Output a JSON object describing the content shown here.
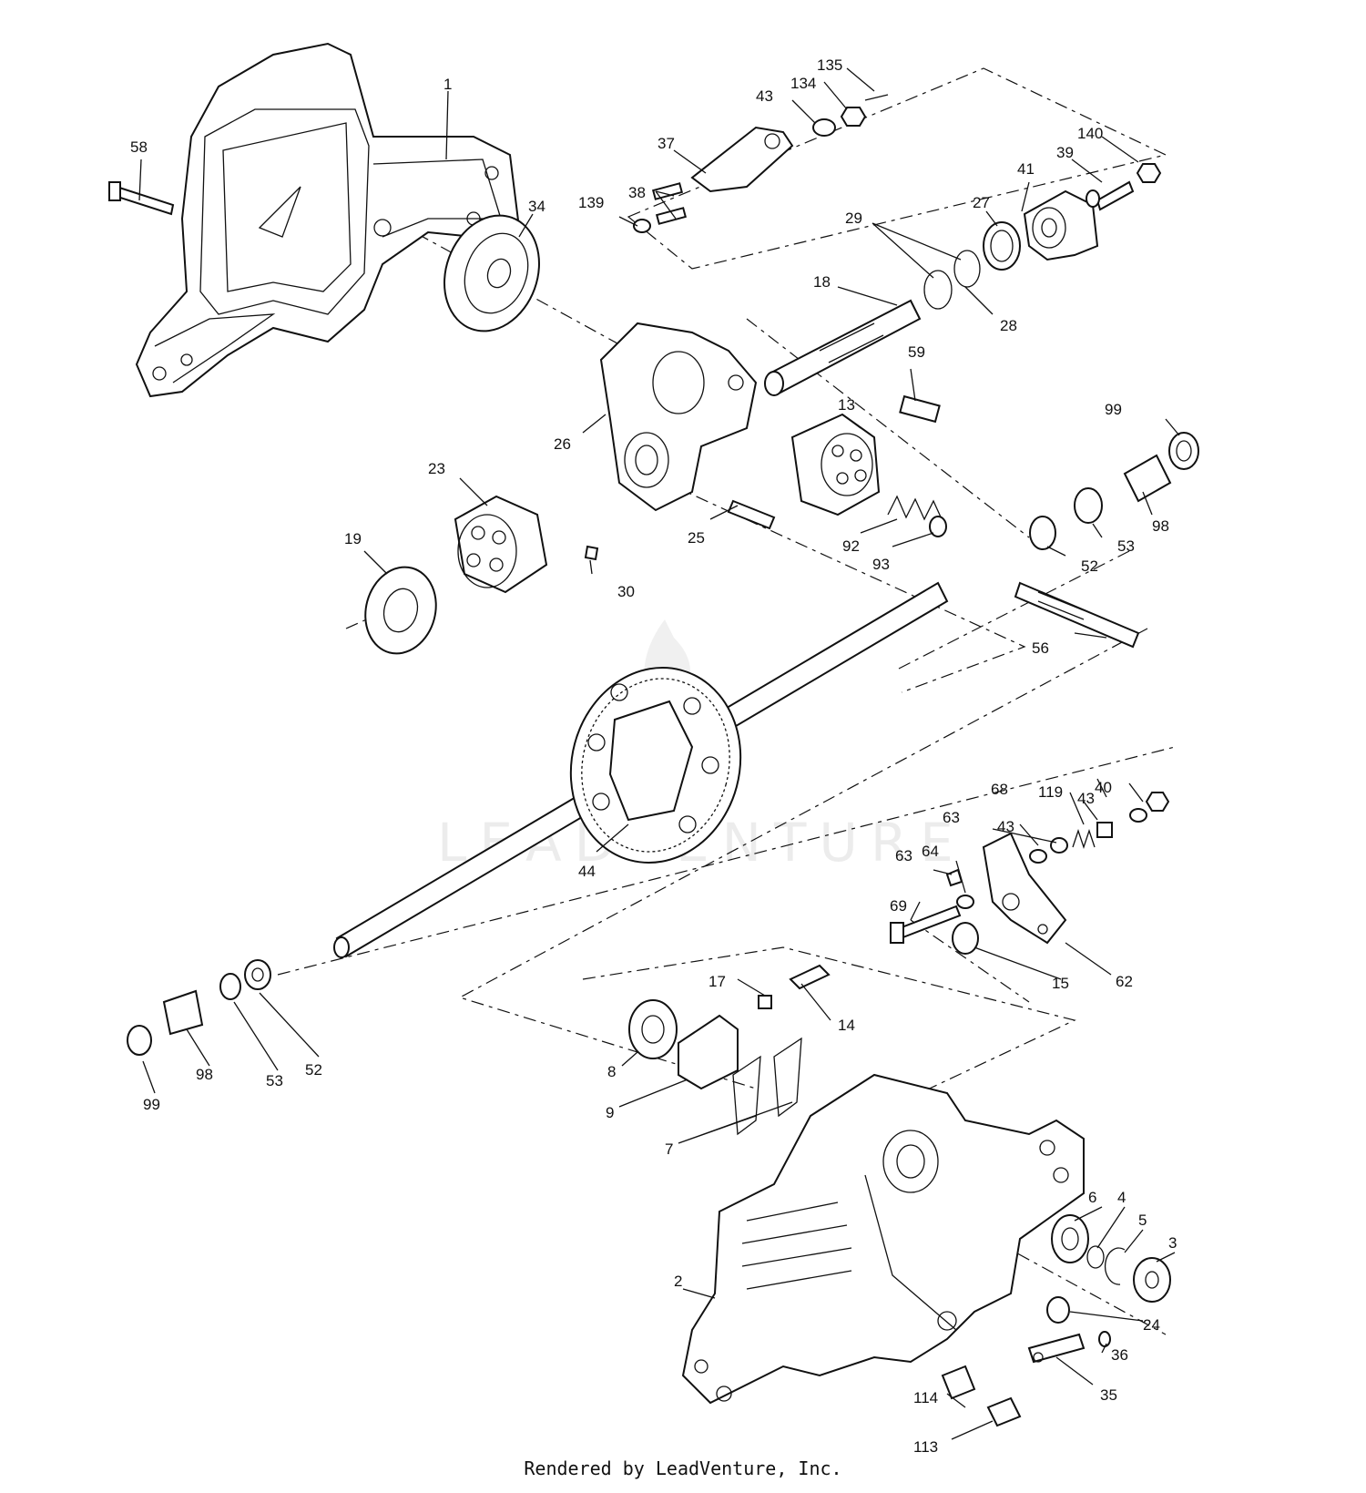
{
  "footer": "Rendered by LeadVenture, Inc.",
  "watermark": "LEADVENTURE",
  "labels": {
    "p1": "1",
    "p2": "2",
    "p3": "3",
    "p4": "4",
    "p5": "5",
    "p6": "6",
    "p7": "7",
    "p8": "8",
    "p9": "9",
    "p13": "13",
    "p14": "14",
    "p15": "15",
    "p17": "17",
    "p18": "18",
    "p19": "19",
    "p23": "23",
    "p24": "24",
    "p25": "25",
    "p26": "26",
    "p27": "27",
    "p28": "28",
    "p29": "29",
    "p30": "30",
    "p34": "34",
    "p35": "35",
    "p36": "36",
    "p37": "37",
    "p38": "38",
    "p39": "39",
    "p40": "40",
    "p41": "41",
    "p43a": "43",
    "p43b": "43",
    "p43c": "43",
    "p44": "44",
    "p52a": "52",
    "p52b": "52",
    "p53a": "53",
    "p53b": "53",
    "p56": "56",
    "p58": "58",
    "p59": "59",
    "p62": "62",
    "p63a": "63",
    "p63b": "63",
    "p64": "64",
    "p68": "68",
    "p69": "69",
    "p92": "92",
    "p93": "93",
    "p98a": "98",
    "p98b": "98",
    "p99a": "99",
    "p99b": "99",
    "p113": "113",
    "p114": "114",
    "p119": "119",
    "p134": "134",
    "p135": "135",
    "p139": "139",
    "p140": "140"
  }
}
